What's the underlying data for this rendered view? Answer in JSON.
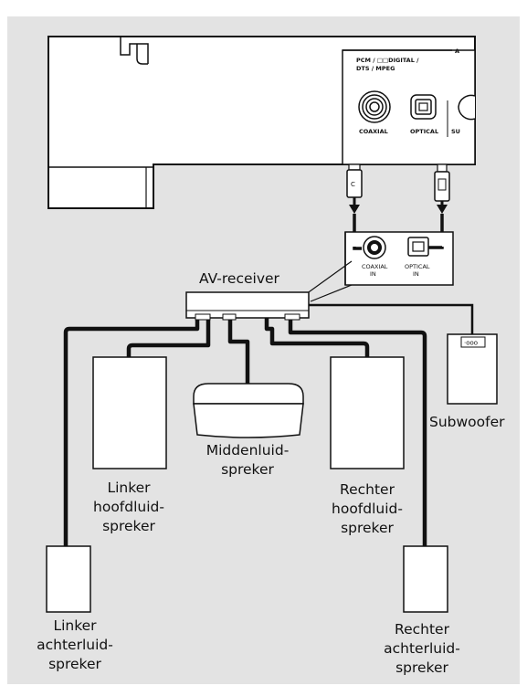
{
  "colors": {
    "frame_bg": "#e3e3e3",
    "panel": "#ffffff",
    "line": "#111111"
  },
  "player": {
    "panel_title": "A",
    "format_label_line1": "PCM / □□DIGITAL /",
    "format_label_line2": "DTS / MPEG",
    "coaxial_out_label": "COAXIAL",
    "optical_out_label": "OPTICAL",
    "next_jack_label": "SU"
  },
  "cable_plugs": {
    "coaxial_plug_letter": "C"
  },
  "receiver_inputs": {
    "coaxial_label_line1": "COAXIAL",
    "coaxial_label_line2": "IN",
    "optical_label_line1": "OPTICAL",
    "optical_label_line2": "IN"
  },
  "receiver": {
    "label": "AV-receiver"
  },
  "speakers": {
    "subwoofer": {
      "label": "Subwoofer",
      "port_dots": "·ooo"
    },
    "center": {
      "line1": "Middenluid-",
      "line2": "spreker"
    },
    "front_left": {
      "line1": "Linker",
      "line2": "hoofdluid-",
      "line3": "spreker"
    },
    "front_right": {
      "line1": "Rechter",
      "line2": "hoofdluid-",
      "line3": "spreker"
    },
    "rear_left": {
      "line1": "Linker",
      "line2": "achterluid-",
      "line3": "spreker"
    },
    "rear_right": {
      "line1": "Rechter",
      "line2": "achterluid-",
      "line3": "spreker"
    }
  }
}
